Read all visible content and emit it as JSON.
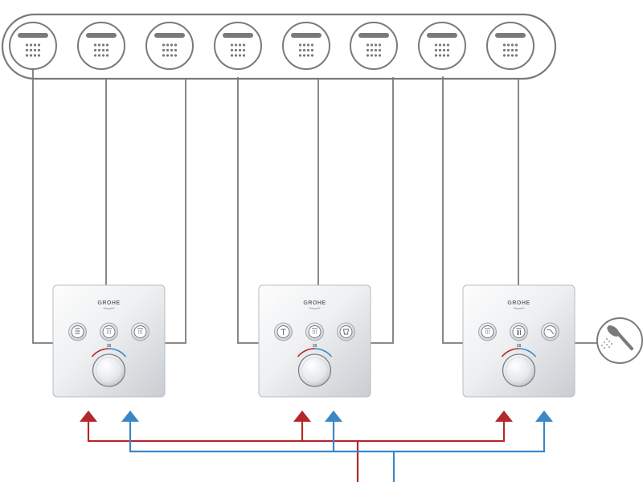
{
  "diagram": {
    "rail": {
      "shower_heads": [
        {
          "icon": "ceiling-shower-icon"
        },
        {
          "icon": "ceiling-shower-icon"
        },
        {
          "icon": "ceiling-shower-icon"
        },
        {
          "icon": "ceiling-shower-icon"
        },
        {
          "icon": "ceiling-shower-icon"
        },
        {
          "icon": "ceiling-shower-icon"
        },
        {
          "icon": "ceiling-shower-icon"
        },
        {
          "icon": "ceiling-shower-icon"
        }
      ]
    },
    "controllers": [
      {
        "brand": "GROHE",
        "temp_label": "38",
        "buttons": [
          {
            "icon": "body-spray-icon"
          },
          {
            "icon": "rain-shower-icon"
          },
          {
            "icon": "rain-shower-icon"
          }
        ]
      },
      {
        "brand": "GROHE",
        "temp_label": "38",
        "buttons": [
          {
            "icon": "tub-spout-icon"
          },
          {
            "icon": "rain-shower-icon"
          },
          {
            "icon": "cup-fill-icon"
          }
        ]
      },
      {
        "brand": "GROHE",
        "temp_label": "38",
        "buttons": [
          {
            "icon": "rain-shower-icon"
          },
          {
            "icon": "waterfall-shower-icon"
          },
          {
            "icon": "hand-shower-icon"
          }
        ]
      }
    ],
    "hand_shower": {
      "icon": "hand-shower-icon"
    },
    "supply": {
      "hot_color": "#b3282d",
      "cold_color": "#3b87c6",
      "pipe_color": "#7a7a7a"
    }
  }
}
